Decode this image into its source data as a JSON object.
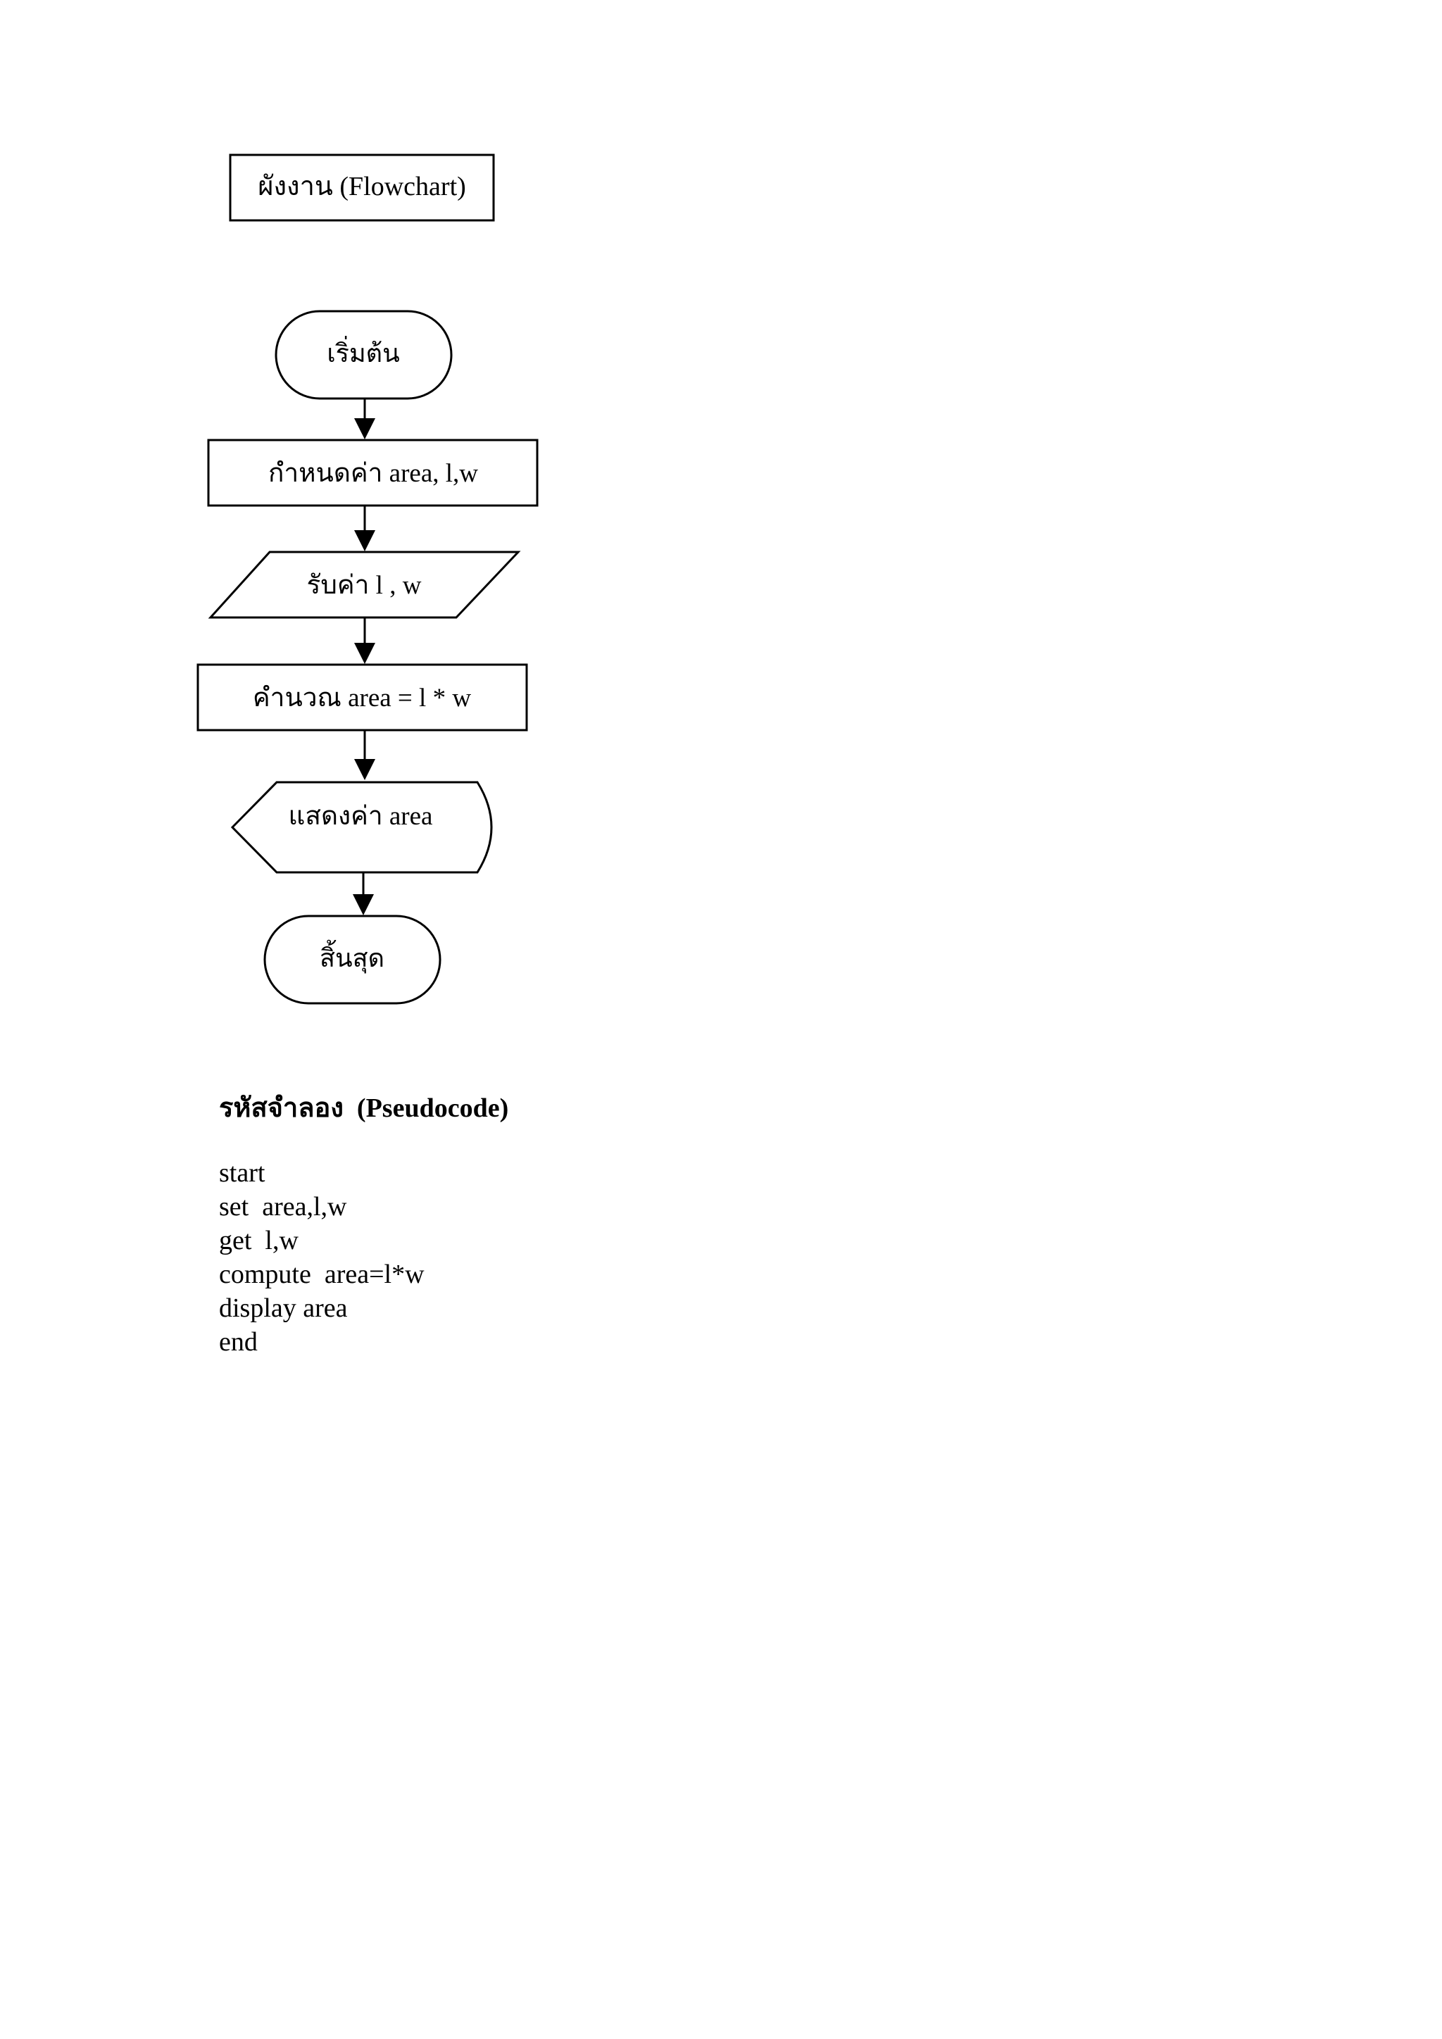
{
  "flowchart": {
    "title": "ผังงาน  (Flowchart)",
    "nodes": [
      {
        "id": "start",
        "shape": "terminal",
        "label": "เริ่มต้น"
      },
      {
        "id": "init",
        "shape": "process",
        "label": "กำหนดค่า area, l,w"
      },
      {
        "id": "input",
        "shape": "input-output",
        "label": "รับค่า l , w"
      },
      {
        "id": "compute",
        "shape": "process",
        "label": "คำนวณ area = l * w"
      },
      {
        "id": "display",
        "shape": "display",
        "label": "แสดงค่า area"
      },
      {
        "id": "end",
        "shape": "terminal",
        "label": "สิ้นสุด"
      }
    ],
    "edges": [
      {
        "from": "start",
        "to": "init"
      },
      {
        "from": "init",
        "to": "input"
      },
      {
        "from": "input",
        "to": "compute"
      },
      {
        "from": "compute",
        "to": "display"
      },
      {
        "from": "display",
        "to": "end"
      }
    ]
  },
  "pseudocode": {
    "title": "รหัสจำลอง  (Pseudocode)",
    "lines": [
      "start",
      "set  area,l,w",
      "get  l,w",
      "compute  area=l*w",
      "display area",
      "end"
    ]
  }
}
